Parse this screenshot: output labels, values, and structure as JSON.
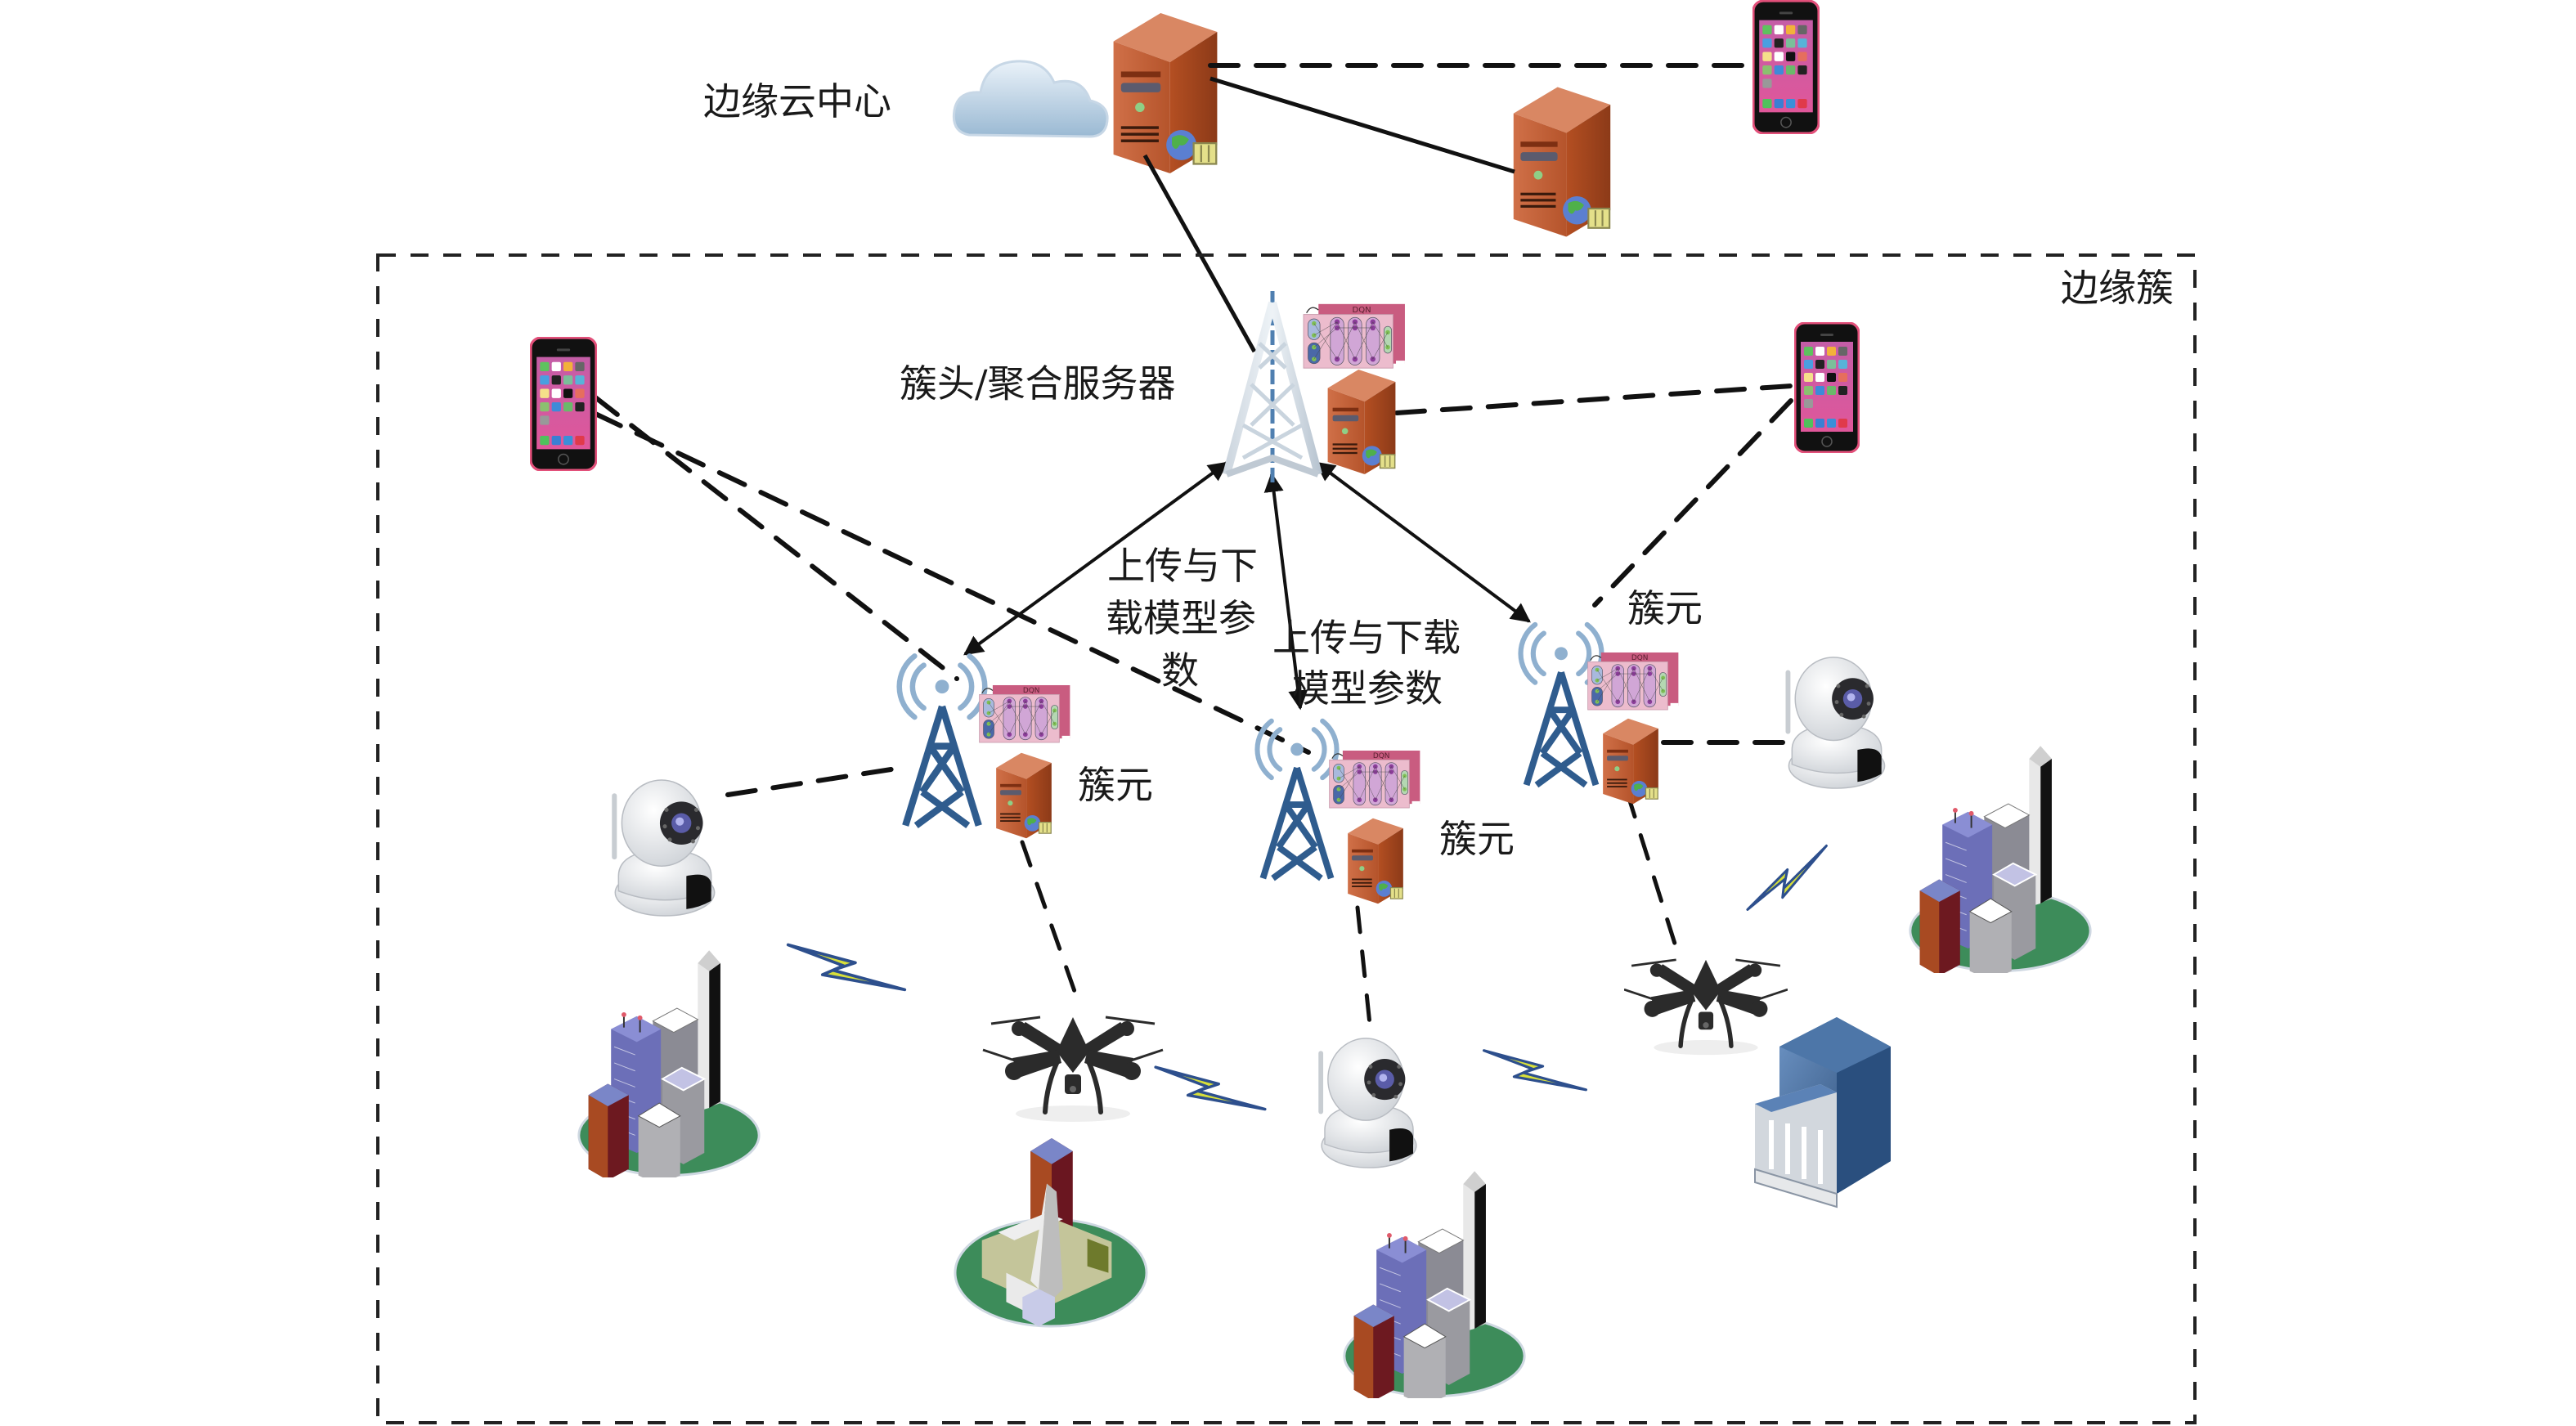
{
  "labels": {
    "edge_cloud_center": "边缘云中心",
    "edge_cluster": "边缘簇",
    "cluster_head": "簇头/聚合服务器",
    "cluster_member_left": "簇元",
    "cluster_member_center": "簇元",
    "cluster_member_right": "簇元",
    "upload_download_left_lines": [
      "上传与下",
      "载模型参",
      "数"
    ],
    "upload_download_right_lines": [
      "上传与下载",
      "模型参数"
    ],
    "dqn_card_title": "DQN"
  },
  "nodes": {
    "edge_cloud": [
      "cloud-icon",
      "cloud-server-icon",
      "secondary-server-icon",
      "smartphone-icon"
    ],
    "cluster_head": [
      "radio-tower-icon",
      "dqn-network-icon",
      "server-icon"
    ],
    "cluster_members": [
      {
        "id": "left",
        "devices": [
          "cell-tower-icon",
          "dqn-network-icon",
          "server-icon",
          "ip-camera-icon",
          "drone-icon"
        ]
      },
      {
        "id": "center",
        "devices": [
          "cell-tower-icon",
          "dqn-network-icon",
          "server-icon",
          "ip-camera-icon"
        ]
      },
      {
        "id": "right",
        "devices": [
          "cell-tower-icon",
          "dqn-network-icon",
          "server-icon",
          "ip-camera-icon",
          "drone-icon"
        ]
      }
    ],
    "endpoints": [
      "smartphone-icon",
      "smartphone-icon",
      "city-buildings-icon",
      "church-icon",
      "city-buildings-icon",
      "city-buildings-icon",
      "bank-building-icon"
    ],
    "wireless_links": 4
  },
  "colors": {
    "server_orange": "#c2562a",
    "tower_blue": "#2f5c8e",
    "tower_signal": "#8fb0cf",
    "dqn_pink": "#e7b3c6",
    "dqn_back": "#c95c80",
    "phone_pink": "#d8468f",
    "ground_green": "#3d8c5a",
    "lightning_yellow": "#d7df3a",
    "lightning_outline": "#2d4f8d"
  }
}
